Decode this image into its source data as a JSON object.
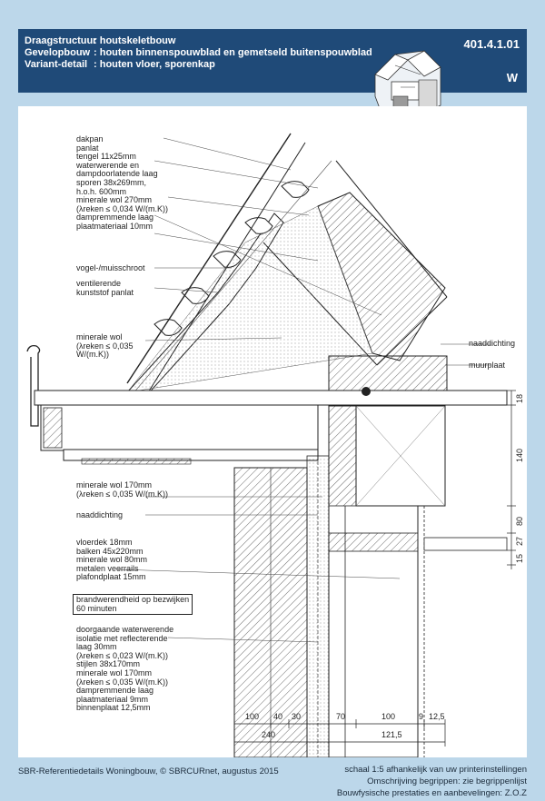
{
  "header": {
    "rows": [
      {
        "key": "Draagstructuur",
        "value": ": houtskeletbouw"
      },
      {
        "key": "Gevelopbouw",
        "value": ": houten binnenspouwblad en gemetseld buitenspouwblad"
      },
      {
        "key": "Variant-detail",
        "value": ": houten vloer, sporenkap"
      }
    ],
    "code": "401.4.1.01",
    "letter": "W"
  },
  "labels": {
    "roof": [
      "dakpan",
      "panlat",
      "tengel 11x25mm",
      "waterwerende en",
      "dampdoorlatende laag",
      "sporen 38x269mm,",
      "h.o.h. 600mm",
      "minerale wol 270mm",
      "(λreken ≤ 0,034 W/(m.K))",
      "dampremmende laag",
      "plaatmateriaal 10mm"
    ],
    "vogel": "vogel-/muisschroot",
    "ventilerend": [
      "ventilerende",
      "kunststof panlat"
    ],
    "minwol_eave": [
      "minerale wol",
      "(λreken ≤ 0,035",
      "W/(m.K))"
    ],
    "naad_top": "naaddichting",
    "muurplaat": "muurplaat",
    "minwol_mid": [
      "minerale wol 170mm",
      "(λreken ≤ 0,035 W/(m.K))"
    ],
    "naad_mid": "naaddichting",
    "floor": [
      "vloerdek 18mm",
      "balken 45x220mm",
      "minerale wol 80mm",
      "metalen veerrails",
      "plafondplaat 15mm"
    ],
    "fire": [
      "brandwerendheid op bezwijken",
      "60 minuten"
    ],
    "wall": [
      "doorgaande waterwerende",
      "isolatie met reflecterende",
      "laag 30mm",
      "(λreken ≤ 0,023 W/(m.K))",
      "stijlen 38x170mm",
      "minerale wol 170mm",
      "(λreken ≤ 0,035 W/(m.K))",
      "dampremmende laag",
      "plaatmateriaal 9mm",
      "binnenplaat 12,5mm"
    ]
  },
  "dimensions": {
    "bottom_row1": [
      "100",
      "40",
      "30",
      "70",
      "100",
      "9",
      "12,5"
    ],
    "bottom_row2": [
      "240",
      "121,5"
    ],
    "right": [
      "18",
      "140",
      "80",
      "27",
      "15"
    ]
  },
  "footer": {
    "left": "SBR-Referentiedetails Woningbouw, © SBRCURnet, augustus 2015",
    "right": [
      "schaal 1:5 afhankelijk van uw printerinstellingen",
      "Omschrijving begrippen: zie begrippenlijst",
      "Bouwfysische prestaties en aanbevelingen: Z.O.Z"
    ]
  }
}
